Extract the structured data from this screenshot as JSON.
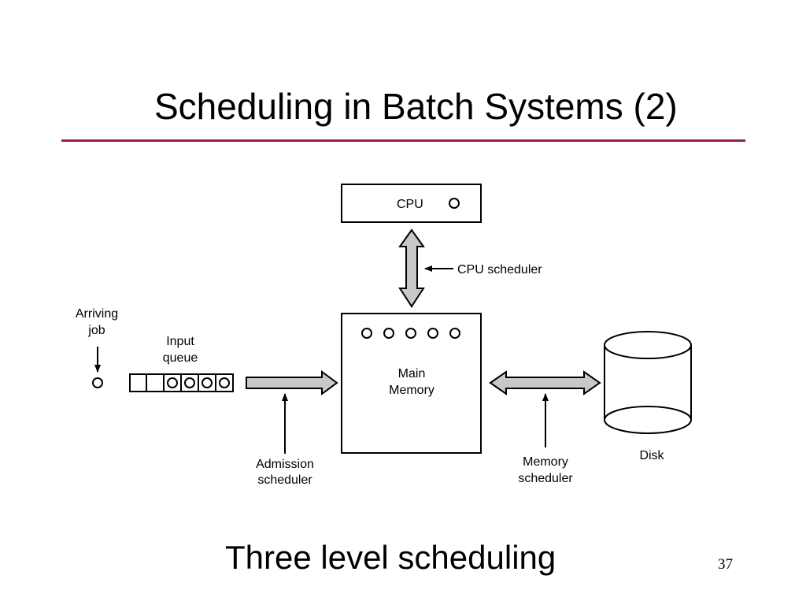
{
  "slide": {
    "title": "Scheduling in Batch Systems (2)",
    "caption": "Three level scheduling",
    "page_number": "37",
    "accent_color": "#99203f"
  },
  "diagram": {
    "cpu_label": "CPU",
    "cpu_scheduler_label": "CPU scheduler",
    "arriving_job_label": [
      "Arriving",
      "job"
    ],
    "input_queue_label": [
      "Input",
      "queue"
    ],
    "main_memory_label": [
      "Main",
      "Memory"
    ],
    "disk_label": "Disk",
    "admission_scheduler_label": [
      "Admission",
      "scheduler"
    ],
    "memory_scheduler_label": [
      "Memory",
      "scheduler"
    ],
    "arrow_fill_color": "#c8c8c8"
  }
}
